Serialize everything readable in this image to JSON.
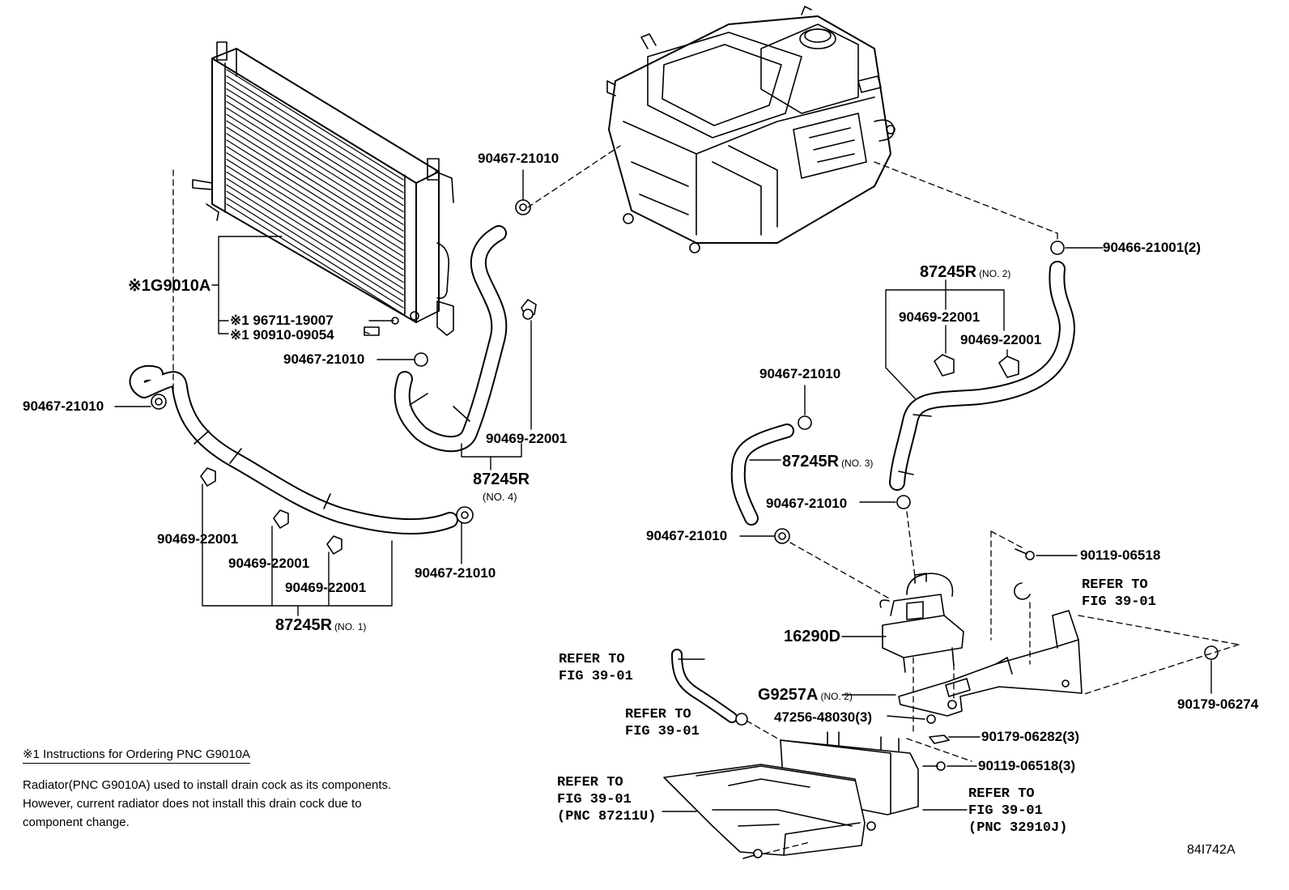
{
  "diagram_id": "84I742A",
  "note": {
    "title": "※1 Instructions for Ordering PNC G9010A",
    "lines": [
      "Radiator(PNC G9010A) used to install drain cock as its components.",
      "However, current radiator does not install this drain cock due to",
      "component change."
    ]
  },
  "callouts": {
    "g9010a": "※1G9010A",
    "drain_cock": "※1 96711-19007",
    "drain_plug": "※1 90910-09054",
    "clip_rad_lower": "90467-21010",
    "clip_left_end": "90467-21010",
    "clip_top_mid": "90467-21010",
    "clamp_hose4": "90469-22001",
    "hose4_num": "87245R",
    "hose4_sfx": "(NO. 4)",
    "clamp_a": "90469-22001",
    "clamp_b": "90469-22001",
    "clamp_c": "90469-22001",
    "clip_hose1_end": "90467-21010",
    "hose1_num": "87245R",
    "hose1_sfx": "(NO. 1)",
    "clip_inverter": "90466-21001(2)",
    "hose2_num": "87245R",
    "hose2_sfx": "(NO. 2)",
    "clamp_h2a": "90469-22001",
    "clamp_h2b": "90469-22001",
    "clip_h3_top": "90467-21010",
    "hose3_num": "87245R",
    "hose3_sfx": "(NO. 3)",
    "clip_pump_in": "90467-21010",
    "clip_h3_bottom": "90467-21010",
    "bolt_top": "90119-06518",
    "pump": "16290D",
    "bracket_num": "G9257A",
    "bracket_sfx": "(NO. 2)",
    "grommet": "47256-48030(3)",
    "nut_mid": "90179-06282(3)",
    "bolt_mid": "90119-06518(3)",
    "nut_right": "90179-06274"
  },
  "references": {
    "ref_fig_a": "REFER TO\nFIG 39-01",
    "ref_hose_top": "REFER TO\nFIG 39-01",
    "ref_hose_bottom": "REFER TO\nFIG 39-01",
    "ref_duct": "REFER TO\nFIG 39-01\n(PNC 87211U)",
    "ref_ecu": "REFER TO\nFIG 39-01\n(PNC 32910J)"
  }
}
